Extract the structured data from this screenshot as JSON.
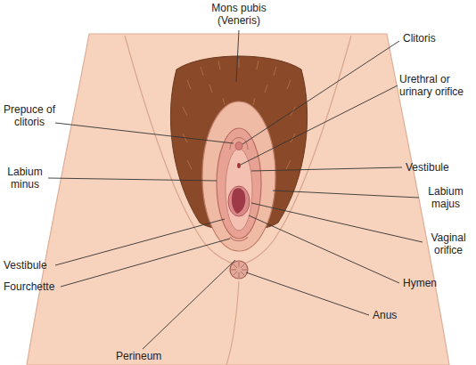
{
  "diagram": {
    "labels": [
      "Mons pubis (Veneris)",
      "Prepuce of clitoris",
      "Clitoris",
      "Urethral or urinary orifice",
      "Vestibule",
      "Labium minus",
      "Labium majus",
      "Vaginal orifice",
      "Vestibule",
      "Hymen",
      "Fourchette",
      "Perineum",
      "Anus"
    ]
  }
}
